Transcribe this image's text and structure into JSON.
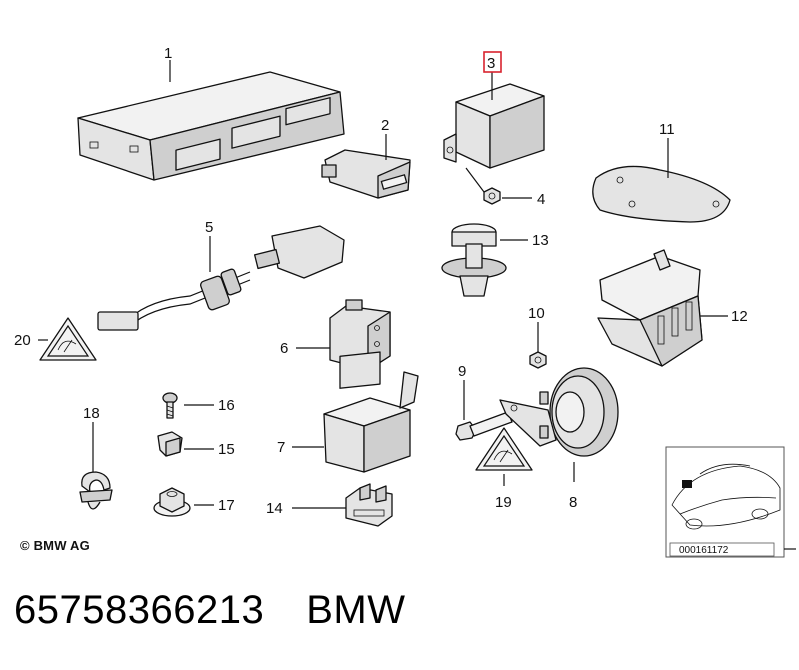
{
  "diagram": {
    "highlight_color": "#d9232e",
    "callouts": {
      "c1": "1",
      "c2": "2",
      "c3": "3",
      "c4": "4",
      "c5": "5",
      "c6": "6",
      "c7": "7",
      "c8": "8",
      "c9": "9",
      "c10": "10",
      "c11": "11",
      "c12": "12",
      "c13": "13",
      "c14": "14",
      "c15": "15",
      "c16": "16",
      "c17": "17",
      "c18": "18",
      "c19": "19",
      "c20": "20"
    },
    "highlighted_callout": "3",
    "copyright": "© BMW AG",
    "drawing_number": "000161172"
  },
  "footer": {
    "part_number": "65758366213",
    "brand": "BMW"
  }
}
